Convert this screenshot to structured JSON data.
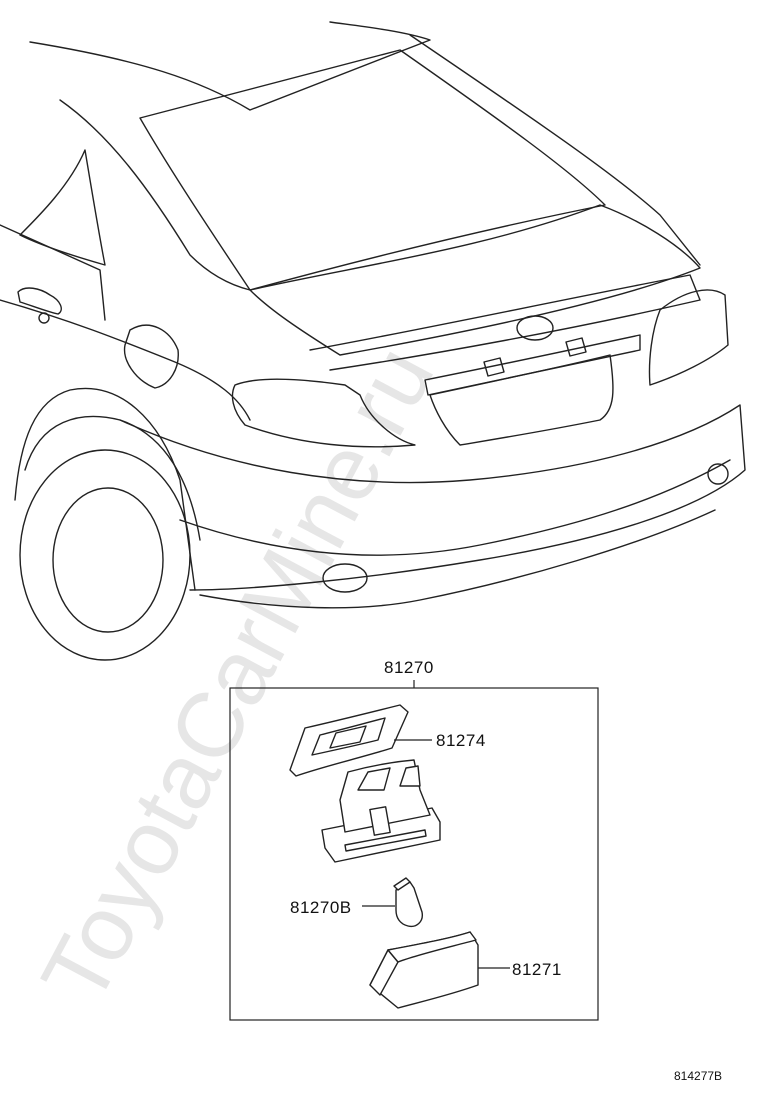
{
  "watermark": "ToyotaCarMine.ru",
  "figure_number": "814277B",
  "assembly": {
    "part_number": "81270"
  },
  "parts": [
    {
      "id": "gasket",
      "part_number": "81274",
      "icon": "gasket-icon"
    },
    {
      "id": "lamp-housing",
      "part_number": "",
      "icon": "lamp-housing-icon"
    },
    {
      "id": "bulb",
      "part_number": "81270B",
      "icon": "bulb-icon"
    },
    {
      "id": "lens",
      "part_number": "81271",
      "icon": "lens-icon"
    }
  ],
  "colors": {
    "line": "#222222",
    "watermark": "#e6e6e6",
    "background": "#ffffff"
  }
}
